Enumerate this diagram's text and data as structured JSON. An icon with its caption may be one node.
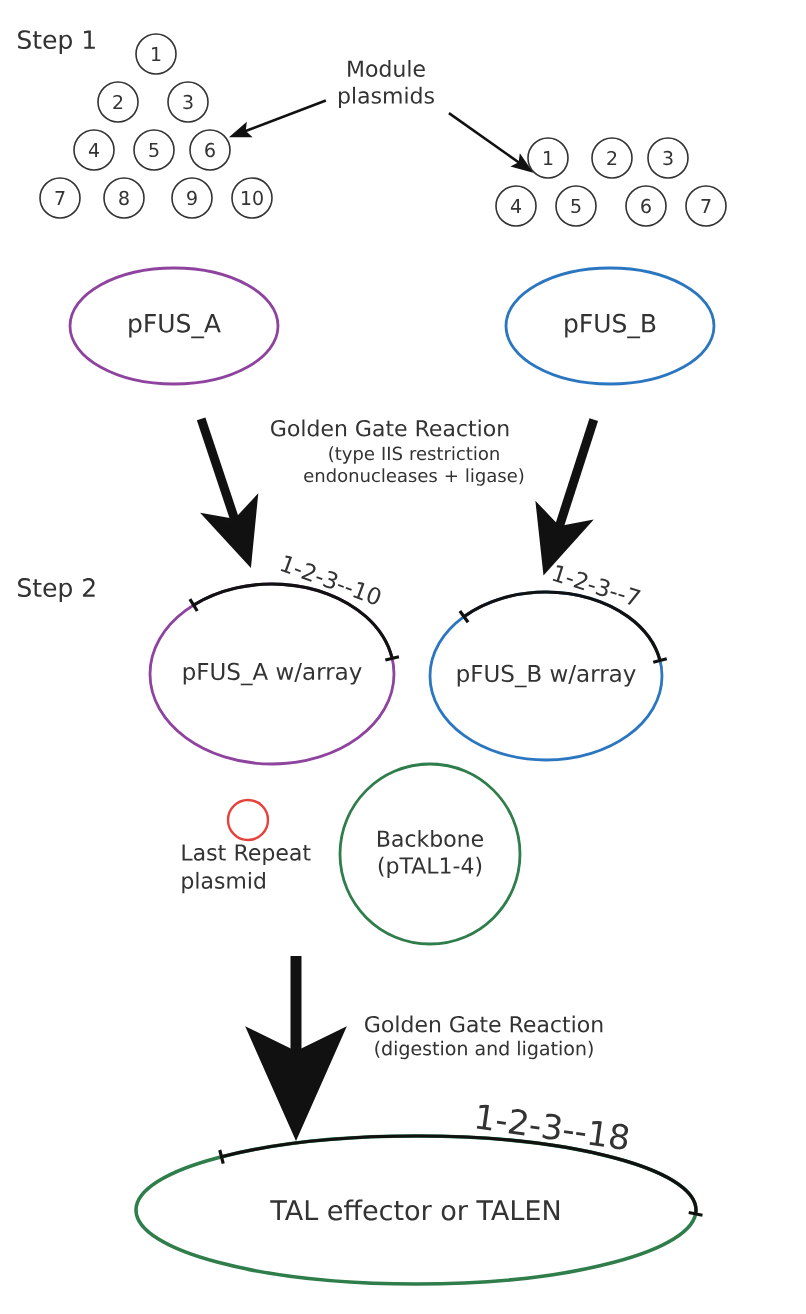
{
  "diagram": {
    "nodes": [
      {
        "text": [
          "1"
        ]
      },
      {
        "text": [
          "2"
        ]
      },
      {
        "text": [
          "3"
        ]
      },
      {
        "text": [
          "4"
        ]
      },
      {
        "text": [
          "5"
        ]
      },
      {
        "text": [
          "6"
        ]
      },
      {
        "text": [
          "7"
        ]
      },
      {
        "text": [
          "8"
        ]
      },
      {
        "text": [
          "9"
        ]
      },
      {
        "text": [
          "10"
        ]
      },
      {
        "text": [
          "Module plasmids"
        ]
      },
      {
        "text": [
          "1"
        ]
      },
      {
        "text": [
          "2"
        ]
      },
      {
        "text": [
          "3"
        ]
      },
      {
        "text": [
          "4"
        ]
      },
      {
        "text": [
          "5"
        ]
      },
      {
        "text": [
          "6"
        ]
      },
      {
        "text": [
          "7"
        ]
      },
      {
        "text": [
          "pFUS_A"
        ]
      },
      {
        "text": [
          "pFUS_B"
        ]
      },
      {
        "text": [
          "pFUS_A w/array"
        ],
        "beside": [
          "1-2-3--10"
        ]
      },
      {
        "text": [
          "pFUS_B w/array"
        ],
        "beside": [
          "1-2-3--7"
        ]
      },
      {
        "text": [],
        "shape": "circle",
        "beside": [
          "Last Repeat plasmid"
        ]
      },
      {
        "text": [
          "Backbone (pTAL1-4)"
        ]
      },
      {
        "text": [
          "TAL effector or TALEN"
        ],
        "beside": [
          "1-2-3--18"
        ]
      }
    ],
    "edges": [
      {
        "from": 10,
        "to": 5,
        "arrow": "to"
      },
      {
        "from": 10,
        "to": 11,
        "arrow": "to"
      },
      {
        "from": 18,
        "to": 20,
        "arrow": "to"
      },
      {
        "from": 19,
        "to": 21,
        "arrow": "to"
      },
      {
        "from": null,
        "to": 24,
        "arrow": "to"
      }
    ],
    "labels": [
      "Step 1",
      "Golden Gate Reaction",
      "(type IIS restriction endonucleases + ligase)",
      "Step 2",
      "Golden Gate Reaction",
      "(digestion and ligation)"
    ]
  }
}
